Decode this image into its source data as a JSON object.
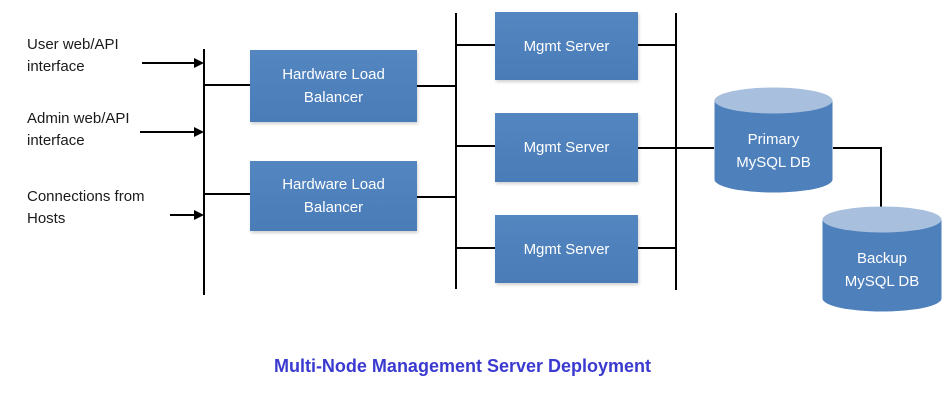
{
  "diagram": {
    "title": "Multi-Node Management Server Deployment",
    "inputs": [
      {
        "label": "User web/API\ninterface"
      },
      {
        "label": "Admin web/API\ninterface"
      },
      {
        "label": "Connections from\nHosts"
      }
    ],
    "load_balancers": [
      {
        "label": "Hardware Load\nBalancer"
      },
      {
        "label": "Hardware Load\nBalancer"
      }
    ],
    "mgmt_servers": [
      {
        "label": "Mgmt Server"
      },
      {
        "label": "Mgmt Server"
      },
      {
        "label": "Mgmt Server"
      }
    ],
    "databases": [
      {
        "label": "Primary\nMySQL DB"
      },
      {
        "label": "Backup\nMySQL DB"
      }
    ],
    "colors": {
      "node_fill": "#4e80bc",
      "cylinder_top": "#a8c0de",
      "title_text": "#3a3ad0",
      "connector": "#000000",
      "node_text": "#ffffff"
    }
  }
}
